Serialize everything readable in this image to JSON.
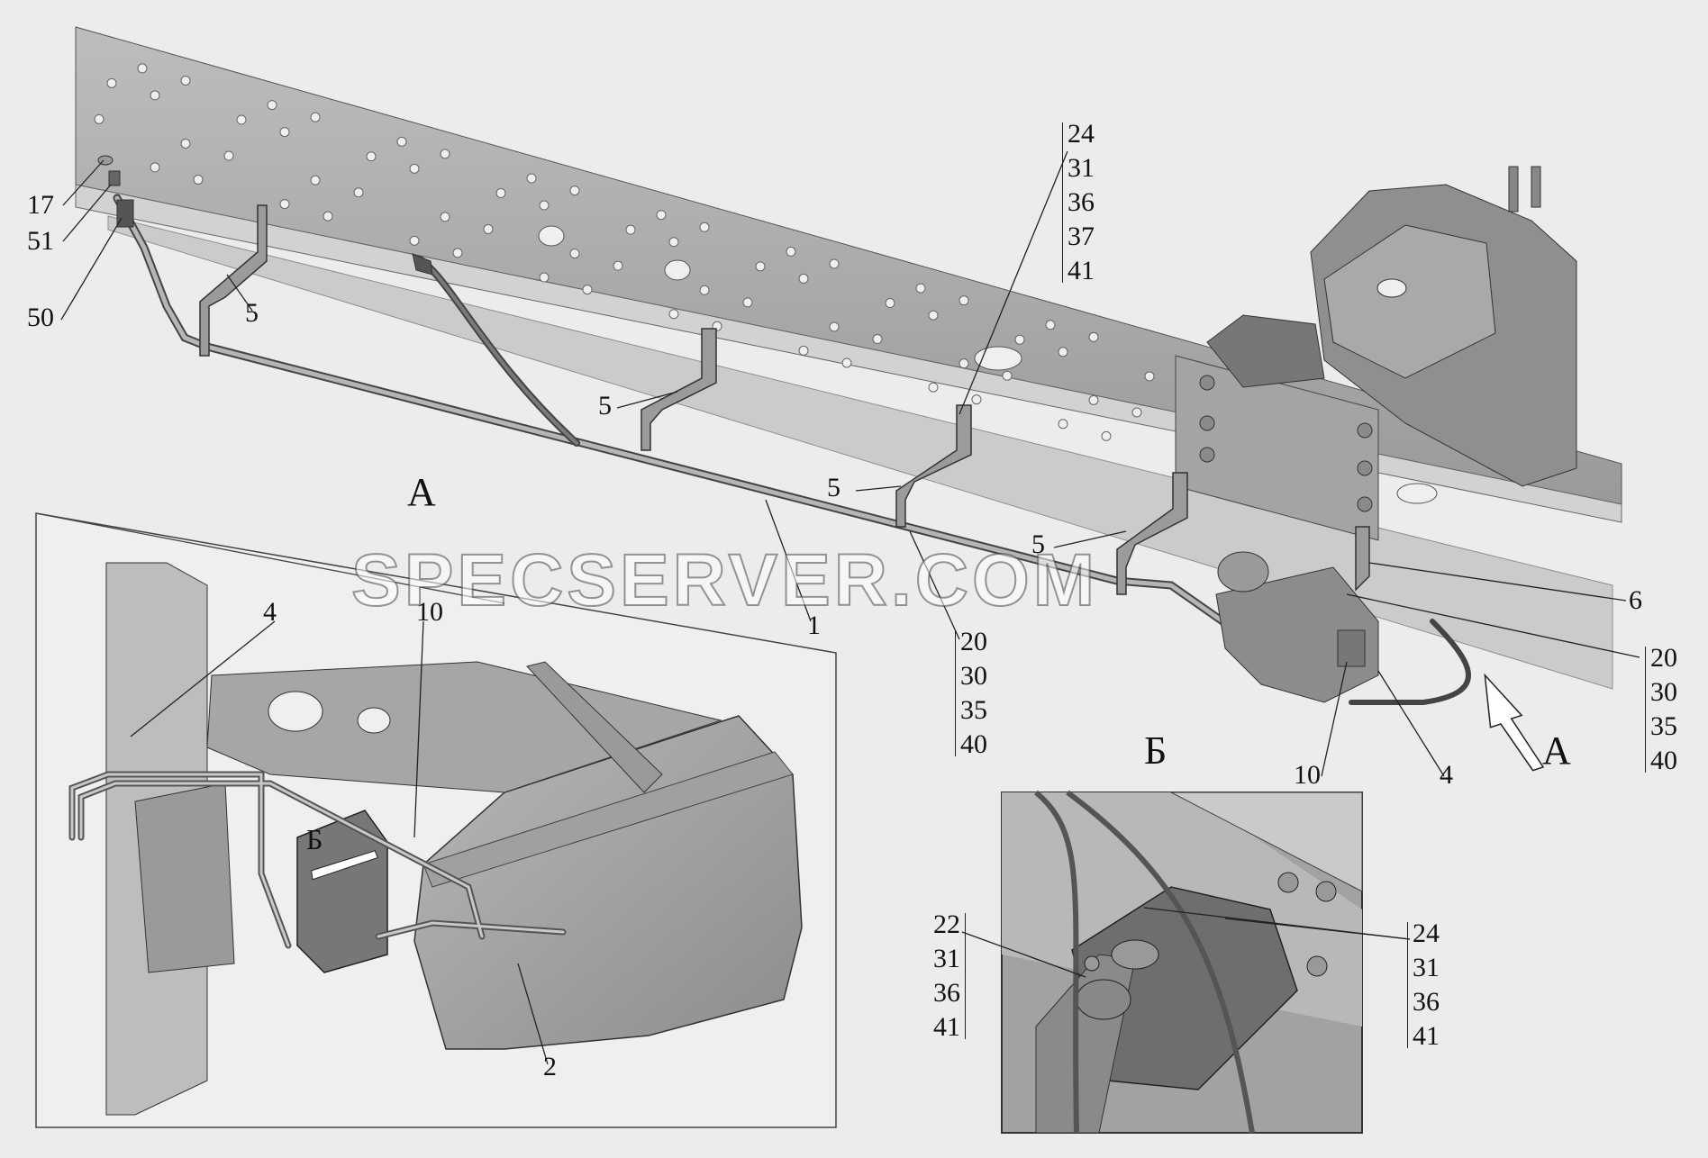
{
  "view_labels": {
    "view_a_top": "А",
    "view_b": "Б",
    "arrow_a": "А",
    "arrow_b_inset": "Б"
  },
  "callouts": {
    "c17": "17",
    "c51": "51",
    "c50": "50",
    "c5a": "5",
    "c5b": "5",
    "c5c": "5",
    "c5d": "5",
    "c1": "1",
    "c6": "6",
    "c10a": "10",
    "c4a": "4",
    "c10b": "10",
    "c4b": "4",
    "c2": "2",
    "c22": "22"
  },
  "stacks": {
    "top_center": [
      "24",
      "31",
      "36",
      "37",
      "41"
    ],
    "mid": [
      "20",
      "30",
      "35",
      "40"
    ],
    "right": [
      "20",
      "30",
      "35",
      "40"
    ],
    "detail_left": [
      "22",
      "31",
      "36",
      "41"
    ],
    "detail_right": [
      "24",
      "31",
      "36",
      "41"
    ]
  },
  "watermark": "SPECSERVER.COM",
  "colors": {
    "frame": "#a9a9a9",
    "frame_light": "#c9c9c9",
    "frame_dark": "#7e7e7e",
    "hole": "#f2f2f2",
    "line": "#1a1a1a"
  }
}
